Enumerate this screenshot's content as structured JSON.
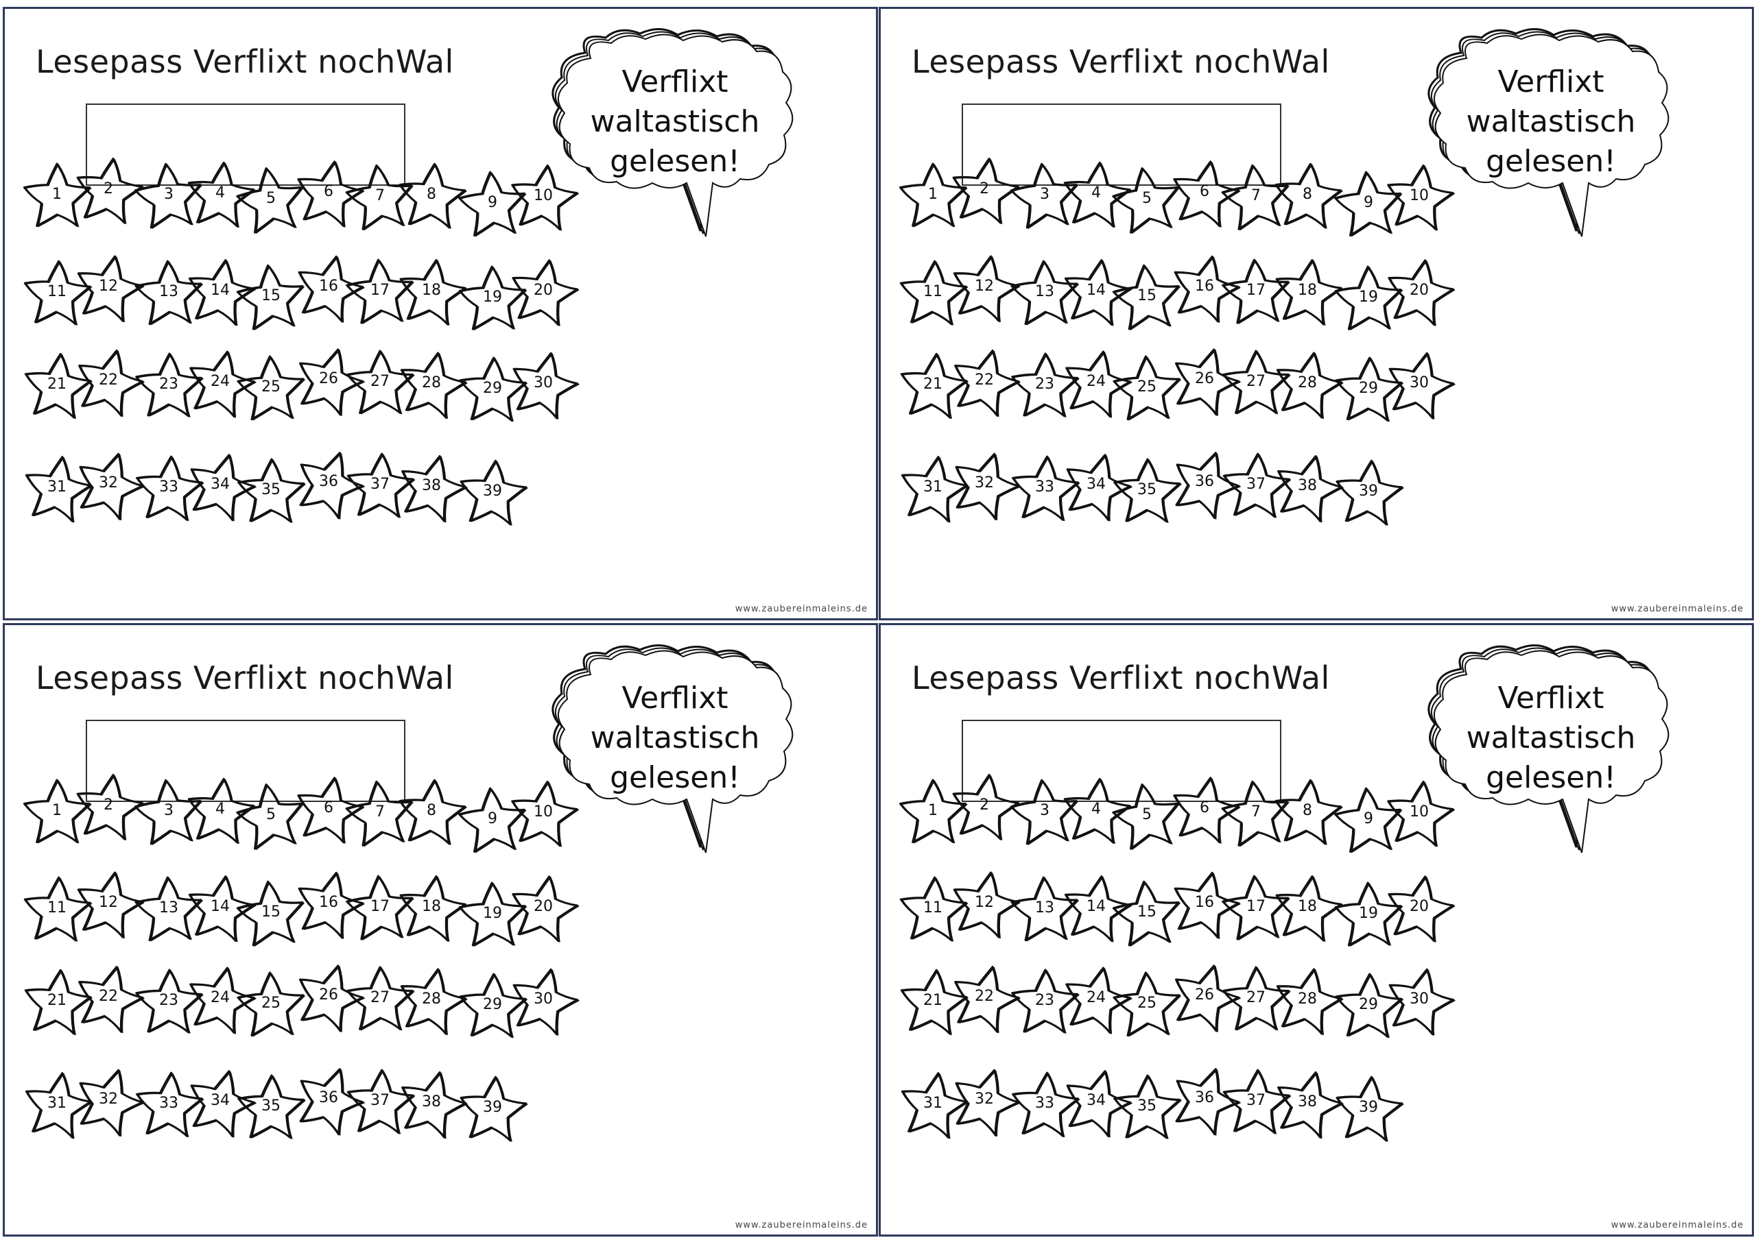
{
  "cards": [
    {
      "title": "Lesepass Verflixt nochWal",
      "bubble_lines": [
        "Verflixt",
        "waltastisch",
        "gelesen!"
      ],
      "footer": "www.zaubereinmaleins.de",
      "stars": [
        "1",
        "2",
        "3",
        "4",
        "5",
        "6",
        "7",
        "8",
        "9",
        "10",
        "11",
        "12",
        "13",
        "14",
        "15",
        "16",
        "17",
        "18",
        "19",
        "20",
        "21",
        "22",
        "23",
        "24",
        "25",
        "26",
        "27",
        "28",
        "29",
        "30",
        "31",
        "32",
        "33",
        "34",
        "35",
        "36",
        "37",
        "38",
        "39"
      ]
    },
    {
      "title": "Lesepass Verflixt nochWal",
      "bubble_lines": [
        "Verflixt",
        "waltastisch",
        "gelesen!"
      ],
      "footer": "www.zaubereinmaleins.de",
      "stars": [
        "1",
        "2",
        "3",
        "4",
        "5",
        "6",
        "7",
        "8",
        "9",
        "10",
        "11",
        "12",
        "13",
        "14",
        "15",
        "16",
        "17",
        "18",
        "19",
        "20",
        "21",
        "22",
        "23",
        "24",
        "25",
        "26",
        "27",
        "28",
        "29",
        "30",
        "31",
        "32",
        "33",
        "34",
        "35",
        "36",
        "37",
        "38",
        "39"
      ]
    },
    {
      "title": "Lesepass Verflixt nochWal",
      "bubble_lines": [
        "Verflixt",
        "waltastisch",
        "gelesen!"
      ],
      "footer": "www.zaubereinmaleins.de",
      "stars": [
        "1",
        "2",
        "3",
        "4",
        "5",
        "6",
        "7",
        "8",
        "9",
        "10",
        "11",
        "12",
        "13",
        "14",
        "15",
        "16",
        "17",
        "18",
        "19",
        "20",
        "21",
        "22",
        "23",
        "24",
        "25",
        "26",
        "27",
        "28",
        "29",
        "30",
        "31",
        "32",
        "33",
        "34",
        "35",
        "36",
        "37",
        "38",
        "39"
      ]
    },
    {
      "title": "Lesepass Verflixt nochWal",
      "bubble_lines": [
        "Verflixt",
        "waltastisch",
        "gelesen!"
      ],
      "footer": "www.zaubereinmaleins.de",
      "stars": [
        "1",
        "2",
        "3",
        "4",
        "5",
        "6",
        "7",
        "8",
        "9",
        "10",
        "11",
        "12",
        "13",
        "14",
        "15",
        "16",
        "17",
        "18",
        "19",
        "20",
        "21",
        "22",
        "23",
        "24",
        "25",
        "26",
        "27",
        "28",
        "29",
        "30",
        "31",
        "32",
        "33",
        "34",
        "35",
        "36",
        "37",
        "38",
        "39"
      ]
    }
  ],
  "colors": {
    "border": "#2f3a5c",
    "ink": "#111111"
  }
}
